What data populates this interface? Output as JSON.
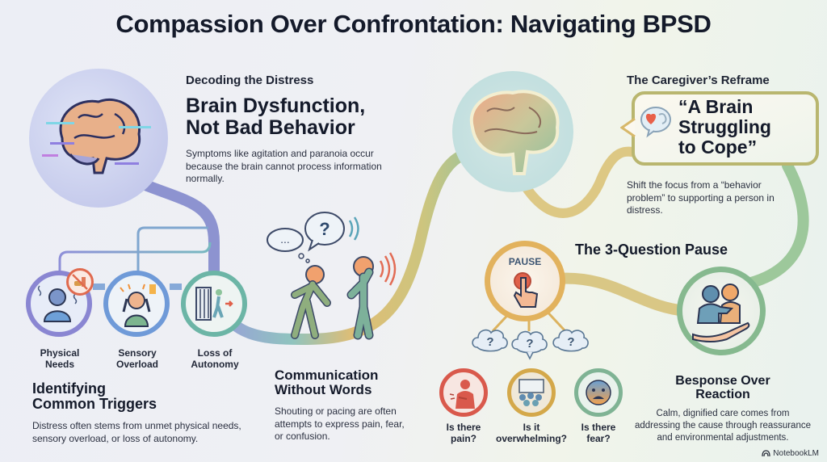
{
  "title": "Compassion Over Confrontation: Navigating BPSD",
  "sections": {
    "decoding": {
      "kicker": "Decoding the Distress",
      "heading_line1": "Brain Dysfunction,",
      "heading_line2": "Not Bad Behavior",
      "body": "Symptoms like agitation and paranoia occur because the brain cannot process information normally.",
      "icon": "glitching-brain-icon"
    },
    "triggers": {
      "heading_line1": "Identifying",
      "heading_line2": "Common Triggers",
      "body": "Distress often stems from unmet physical needs, sensory overload, or loss of autonomy.",
      "items": [
        {
          "label_line1": "Physical",
          "label_line2": "Needs",
          "icon": "hungry-cold-person-icon"
        },
        {
          "label_line1": "Sensory",
          "label_line2": "Overload",
          "icon": "covering-ears-person-icon"
        },
        {
          "label_line1": "Loss of",
          "label_line2": "Autonomy",
          "icon": "person-leaving-door-icon"
        }
      ]
    },
    "communication": {
      "heading_line1": "Communication",
      "heading_line2": "Without Words",
      "body": "Shouting or pacing are often attempts to express pain, fear, or confusion.",
      "thought_bubble": "...",
      "speech_bubble": "?",
      "icon": "pacing-and-shouting-people-icon"
    },
    "reframe": {
      "kicker": "The Caregiver’s Reframe",
      "quote_line1": "“A Brain",
      "quote_line2": "Struggling",
      "quote_line3": "to Cope”",
      "body": "Shift the focus from a “behavior problem” to supporting a person in distress.",
      "icon": "heart-brain-speech-icon"
    },
    "pause": {
      "heading": "The 3-Question Pause",
      "button_label": "PAUSE",
      "question_mark": "?",
      "questions": [
        {
          "line1": "Is there",
          "line2": "pain?",
          "icon": "person-in-pain-icon",
          "color": "#d9594c"
        },
        {
          "line1": "Is it",
          "line2": "overwhelming?",
          "icon": "crowded-room-icon",
          "color": "#d4a84a"
        },
        {
          "line1": "Is there",
          "line2": "fear?",
          "icon": "fearful-face-icon",
          "color": "#7fb394"
        }
      ]
    },
    "response": {
      "heading_line1": "Besponse Over",
      "heading_line2": "Reaction",
      "body_line1": "Calm, dignified care comes from",
      "body_line2": "addressing the cause through reassurance",
      "body_line3": "and environmental adjustments.",
      "icon": "supportive-hug-hand-icon"
    }
  },
  "brand": {
    "label": "NotebookLM",
    "icon": "notebooklm-logo-icon"
  },
  "colors": {
    "path_purple": "#8b90d4",
    "path_teal": "#7fb9b3",
    "path_gold": "#dcb35f",
    "path_green": "#8fbf8c",
    "text_dark": "#141a2a",
    "pain_red": "#d9594c",
    "pause_gold": "#e2b25d",
    "fear_green": "#7fb394"
  }
}
